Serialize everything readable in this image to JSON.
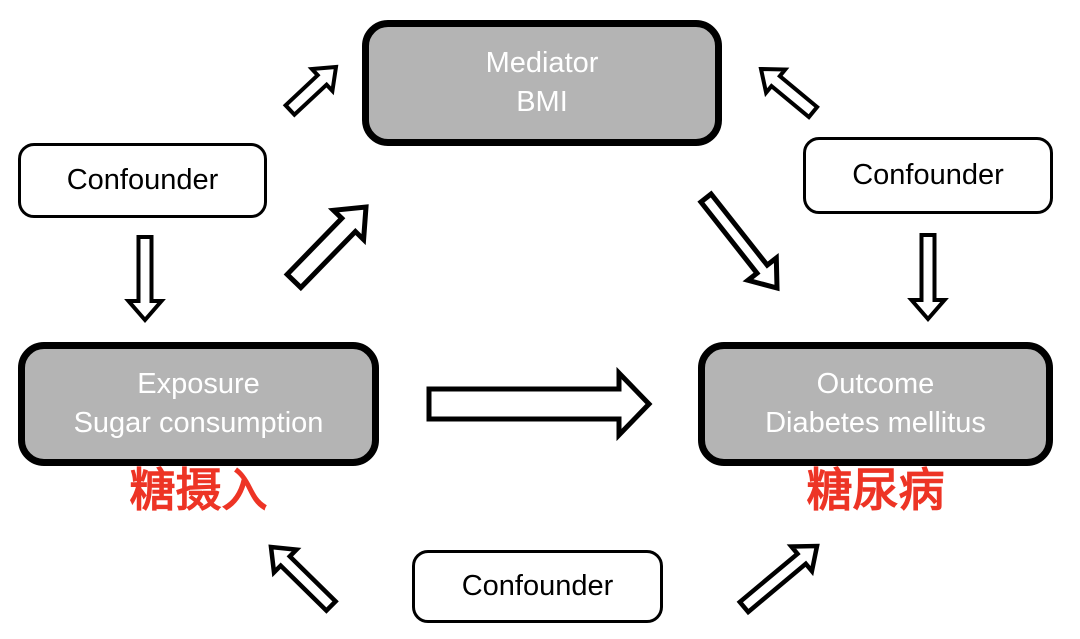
{
  "diagram": {
    "nodes": {
      "mediator": {
        "role": "Mediator",
        "name": "BMI"
      },
      "exposure": {
        "role": "Exposure",
        "name": "Sugar consumption",
        "annotation_zh": "糖摄入"
      },
      "outcome": {
        "role": "Outcome",
        "name": "Diabetes mellitus",
        "annotation_zh": "糖尿病"
      },
      "confounder_left": {
        "label": "Confounder"
      },
      "confounder_right": {
        "label": "Confounder"
      },
      "confounder_bottom": {
        "label": "Confounder"
      }
    },
    "edges": [
      {
        "from": "confounder_left",
        "to": "exposure"
      },
      {
        "from": "confounder_left",
        "to": "mediator"
      },
      {
        "from": "exposure",
        "to": "mediator"
      },
      {
        "from": "mediator",
        "to": "outcome"
      },
      {
        "from": "confounder_right",
        "to": "mediator"
      },
      {
        "from": "confounder_right",
        "to": "outcome"
      },
      {
        "from": "exposure",
        "to": "outcome"
      },
      {
        "from": "confounder_bottom",
        "to": "exposure"
      },
      {
        "from": "confounder_bottom",
        "to": "outcome"
      }
    ],
    "colors": {
      "node_fill": "#b4b4b4",
      "node_border": "#000000",
      "node_text": "#ffffff",
      "confounder_fill": "#ffffff",
      "confounder_text": "#000000",
      "annotation_red": "#ed3425",
      "arrow_fill": "#ffffff",
      "arrow_outline": "#000000",
      "background": "#ffffff"
    }
  }
}
